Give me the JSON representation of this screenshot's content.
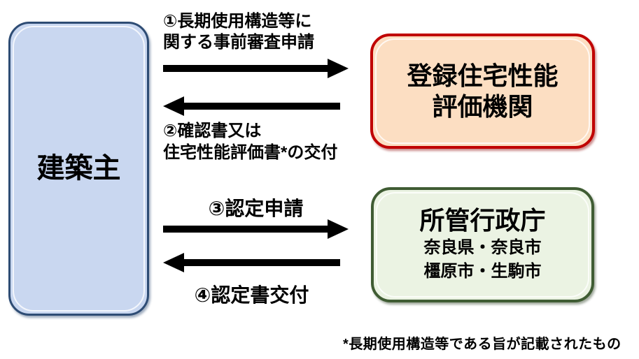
{
  "diagram": {
    "actor": {
      "label": "建築主",
      "fill": "#C9D7F0",
      "border": "#2E4C74"
    },
    "evaluation_org": {
      "name_lines": [
        "登録住宅性能",
        "評価機関"
      ],
      "fill": "#FCDEC2",
      "border": "#C00000"
    },
    "admin_agency": {
      "title": "所管行政庁",
      "jurisdiction_lines": [
        "奈良県・奈良市",
        "橿原市・生駒市"
      ],
      "fill": "#EBF3E3",
      "border": "#3F5C33"
    },
    "arrows": [
      {
        "step": "①",
        "direction": "right",
        "label_lines": [
          "①長期使用構造等に",
          "関する事前審査申請"
        ]
      },
      {
        "step": "②",
        "direction": "left",
        "label_lines": [
          "②確認書又は",
          "住宅性能評価書*の交付"
        ]
      },
      {
        "step": "③",
        "direction": "right",
        "label_lines": [
          "③認定申請"
        ]
      },
      {
        "step": "④",
        "direction": "left",
        "label_lines": [
          "④認定書交付"
        ]
      }
    ],
    "footnote": "*長期使用構造等である旨が記載されたもの",
    "colors": {
      "arrow": "#000000",
      "background": "#FFFFFF",
      "text": "#000000"
    }
  }
}
